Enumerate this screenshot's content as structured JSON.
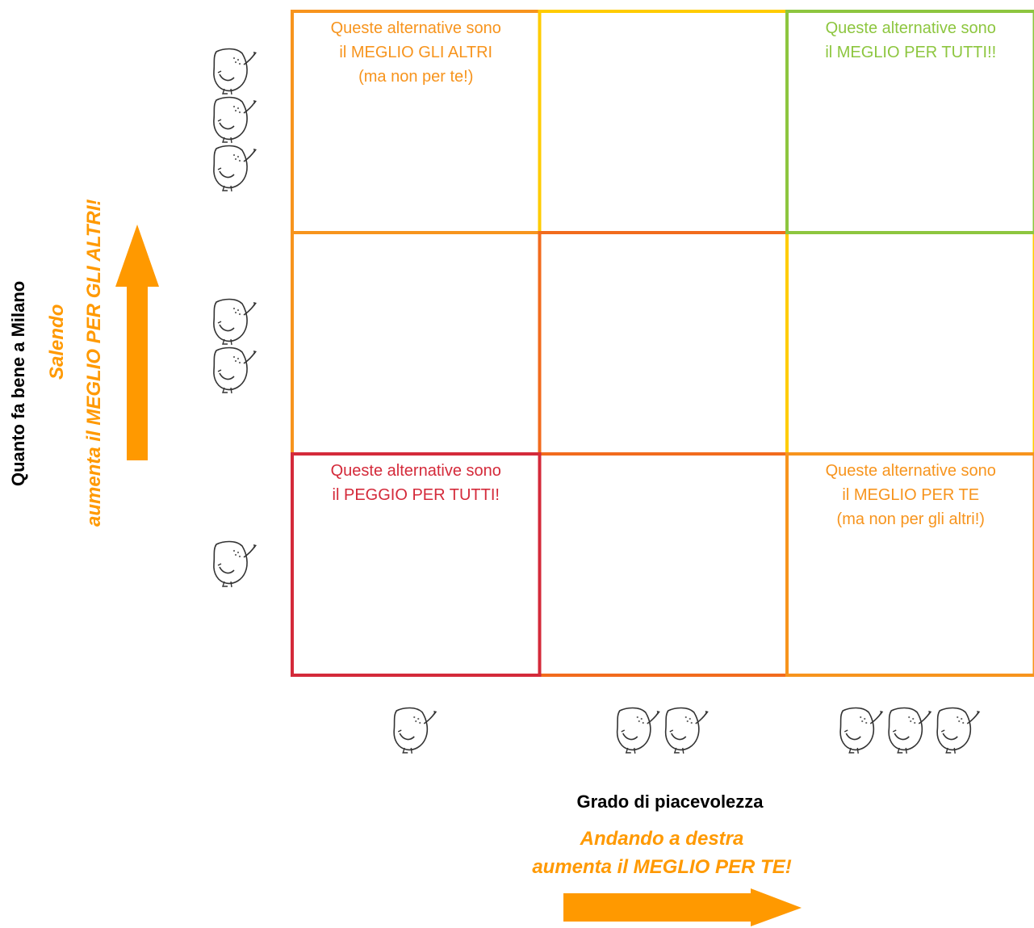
{
  "colors": {
    "red": "#D42A3A",
    "orange_dark": "#F26B1D",
    "orange": "#F7941D",
    "yellow": "#FFCC00",
    "green": "#8DC63F",
    "accent": "#FF9900"
  },
  "grid": {
    "cells": [
      {
        "row": 0,
        "col": 0,
        "border": "orange",
        "text": "Queste alternative sono\nil MEGLIO GLI ALTRI\n(ma non per te!)",
        "text_color": "orange"
      },
      {
        "row": 0,
        "col": 1,
        "border": "yellow",
        "text": "",
        "text_color": ""
      },
      {
        "row": 0,
        "col": 2,
        "border": "green",
        "text": "Queste alternative sono\nil MEGLIO PER TUTTI!!",
        "text_color": "green"
      },
      {
        "row": 1,
        "col": 0,
        "border": "orange",
        "text": "",
        "text_color": ""
      },
      {
        "row": 1,
        "col": 1,
        "border": "orange_dark",
        "text": "",
        "text_color": ""
      },
      {
        "row": 1,
        "col": 2,
        "border": "yellow",
        "text": "",
        "text_color": ""
      },
      {
        "row": 2,
        "col": 0,
        "border": "red",
        "text": "Queste alternative sono\nil  PEGGIO PER TUTTI!",
        "text_color": "red"
      },
      {
        "row": 2,
        "col": 1,
        "border": "orange_dark",
        "text": "",
        "text_color": ""
      },
      {
        "row": 2,
        "col": 2,
        "border": "orange",
        "text": "Queste alternative sono\nil MEGLIO  PER TE\n(ma non per gli altri!)",
        "text_color": "orange"
      }
    ]
  },
  "y_axis": {
    "title": "Quanto fa bene a Milano",
    "subtitle_line1": "Salendo",
    "subtitle_line2": "aumenta il MEGLIO PER GLI ALTRI!",
    "mascot_counts": [
      3,
      2,
      1
    ]
  },
  "x_axis": {
    "title": "Grado di piacevolezza",
    "subtitle_line1": "Andando a destra",
    "subtitle_line2": "aumenta il MEGLIO PER TE!",
    "mascot_counts": [
      1,
      2,
      3
    ]
  },
  "icons": {
    "mascot": "drop-mascot-icon",
    "up_arrow": "arrow-up-icon",
    "right_arrow": "arrow-right-icon"
  }
}
